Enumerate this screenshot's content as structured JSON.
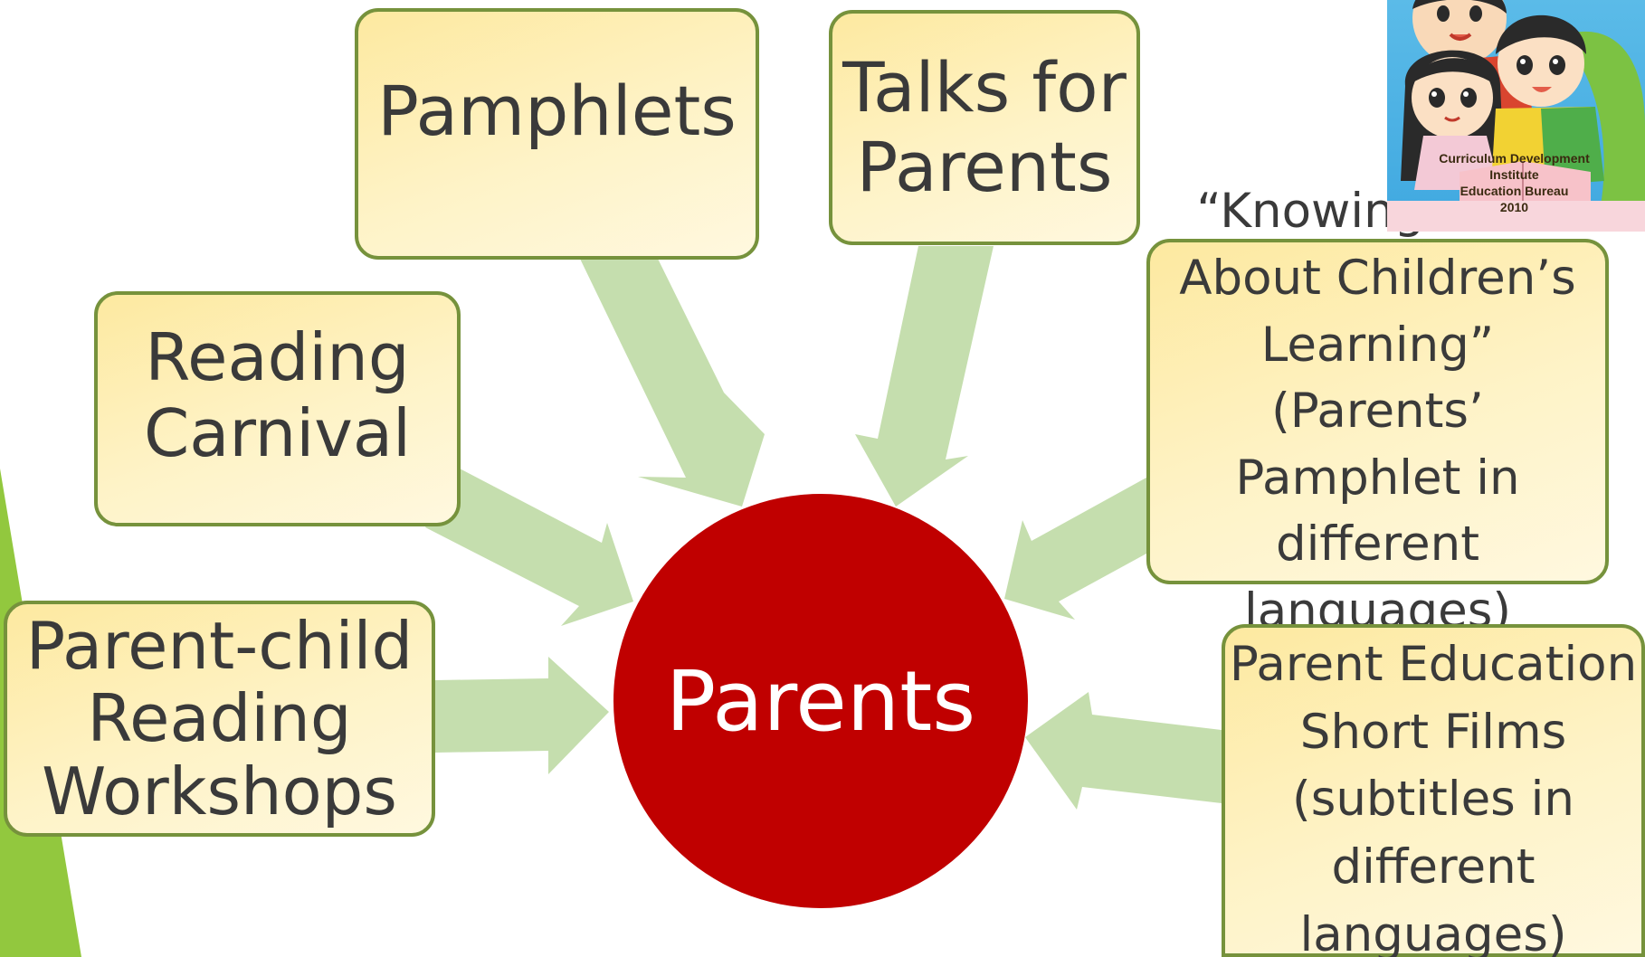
{
  "diagram": {
    "center": {
      "label": "Parents",
      "color": "#c00000"
    },
    "nodes": {
      "pamphlets": {
        "lines": [
          "Pamphlets"
        ]
      },
      "talks": {
        "lines": [
          "Talks for",
          "Parents"
        ]
      },
      "carnival": {
        "lines": [
          "Reading",
          "Carnival"
        ]
      },
      "workshops": {
        "lines": [
          "Parent-child",
          "Reading",
          "Workshops"
        ]
      },
      "knowing": {
        "lines": [
          "“Knowing More",
          "About Children’s",
          "Learning” (Parents’",
          "Pamphlet in",
          "different languages)"
        ]
      },
      "films": {
        "lines": [
          "Parent Education",
          "Short Films",
          "(subtitles in",
          "different",
          "languages)"
        ]
      }
    },
    "arrow_color": "#c5deae",
    "box_border_color": "#76923c",
    "box_fill_color": "#fef3c7"
  },
  "logo": {
    "lines": [
      "Curriculum Development Institute",
      "Education Bureau",
      "2010"
    ]
  },
  "accent_color": "#92c83e"
}
